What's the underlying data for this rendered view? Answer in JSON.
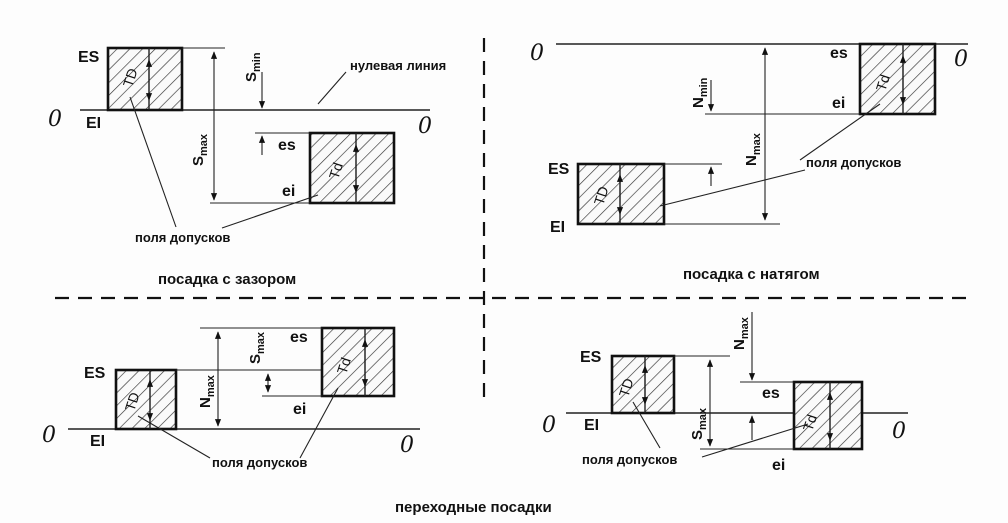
{
  "zero": "0",
  "labels": {
    "ES": "ES",
    "EI": "EI",
    "es": "es",
    "ei": "ei",
    "S": "S",
    "N": "N",
    "min": "min",
    "max": "max",
    "TD": "TD",
    "Td": "Td"
  },
  "zero_line_label": "нулевая линия",
  "tolerance_fields": "поля допусков",
  "captions": {
    "clearance_fit": "посадка с зазором",
    "interference_fit": "посадка с натягом",
    "transition_fits": "переходные посадки"
  }
}
